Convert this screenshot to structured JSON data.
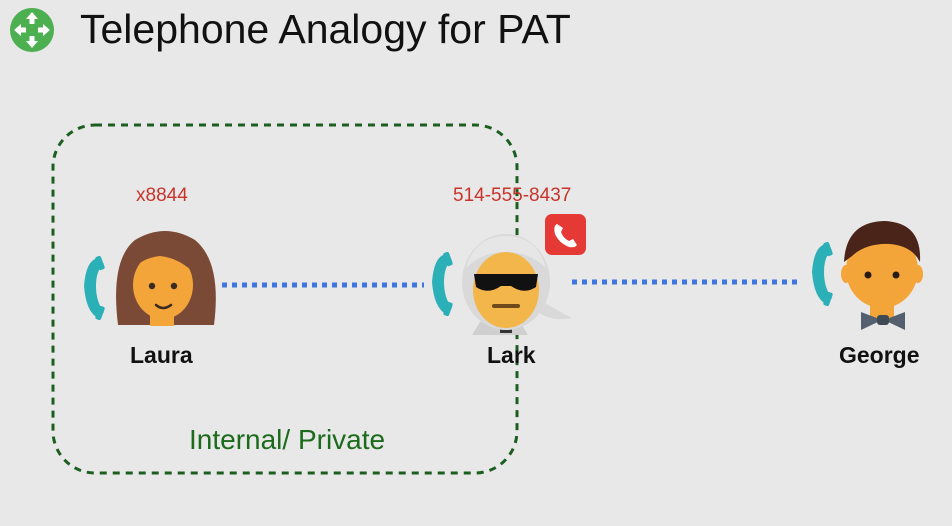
{
  "title": "Telephone Analogy for PAT",
  "colors": {
    "background": "#e8e8e8",
    "extension_text": "#c8342b",
    "zone_border": "#1b5e20",
    "zone_text": "#1b6b1b",
    "call_line": "#3f76e0",
    "handset": "#2bb0b8",
    "router_logo": "#4caf50",
    "phone_badge": "#e53935"
  },
  "icons": {
    "logo": "router-icon",
    "handset": "telephone-handset-icon",
    "badge": "phone-call-badge-icon"
  },
  "people": [
    {
      "name": "Laura",
      "number": "x8844",
      "avatar": "woman-avatar-icon"
    },
    {
      "name": "Lark",
      "number": "514-555-8437",
      "avatar": "man-sunglasses-avatar-icon"
    },
    {
      "name": "George",
      "number": "",
      "avatar": "man-bowtie-avatar-icon"
    }
  ],
  "zone": {
    "label": "Internal/ Private"
  }
}
